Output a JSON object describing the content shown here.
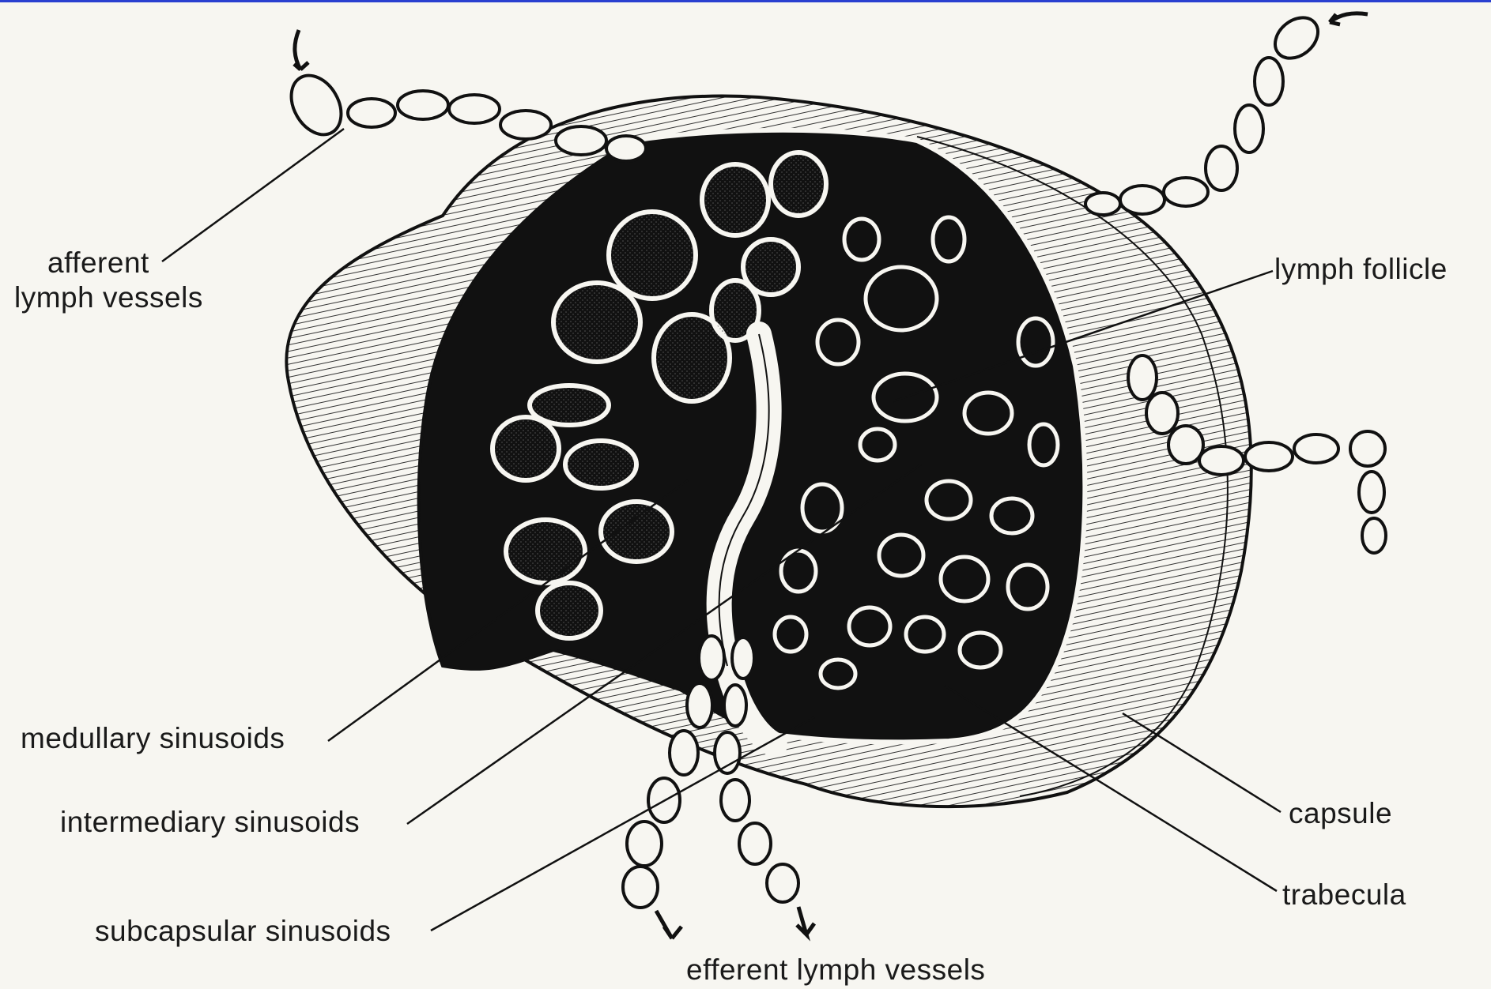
{
  "labels": {
    "afferent": [
      "afferent",
      "lymph vessels"
    ],
    "lymph_follicle": "lymph follicle",
    "medullary": "medullary sinusoids",
    "intermediary": "intermediary sinusoids",
    "subcapsular": "subcapsular sinusoids",
    "capsule": "capsule",
    "trabecula": "trabecula",
    "efferent": "efferent lymph vessels"
  },
  "colors": {
    "background": "#f7f6f1",
    "ink": "#1a1a1a",
    "frame_top": "#2a3fd0"
  }
}
